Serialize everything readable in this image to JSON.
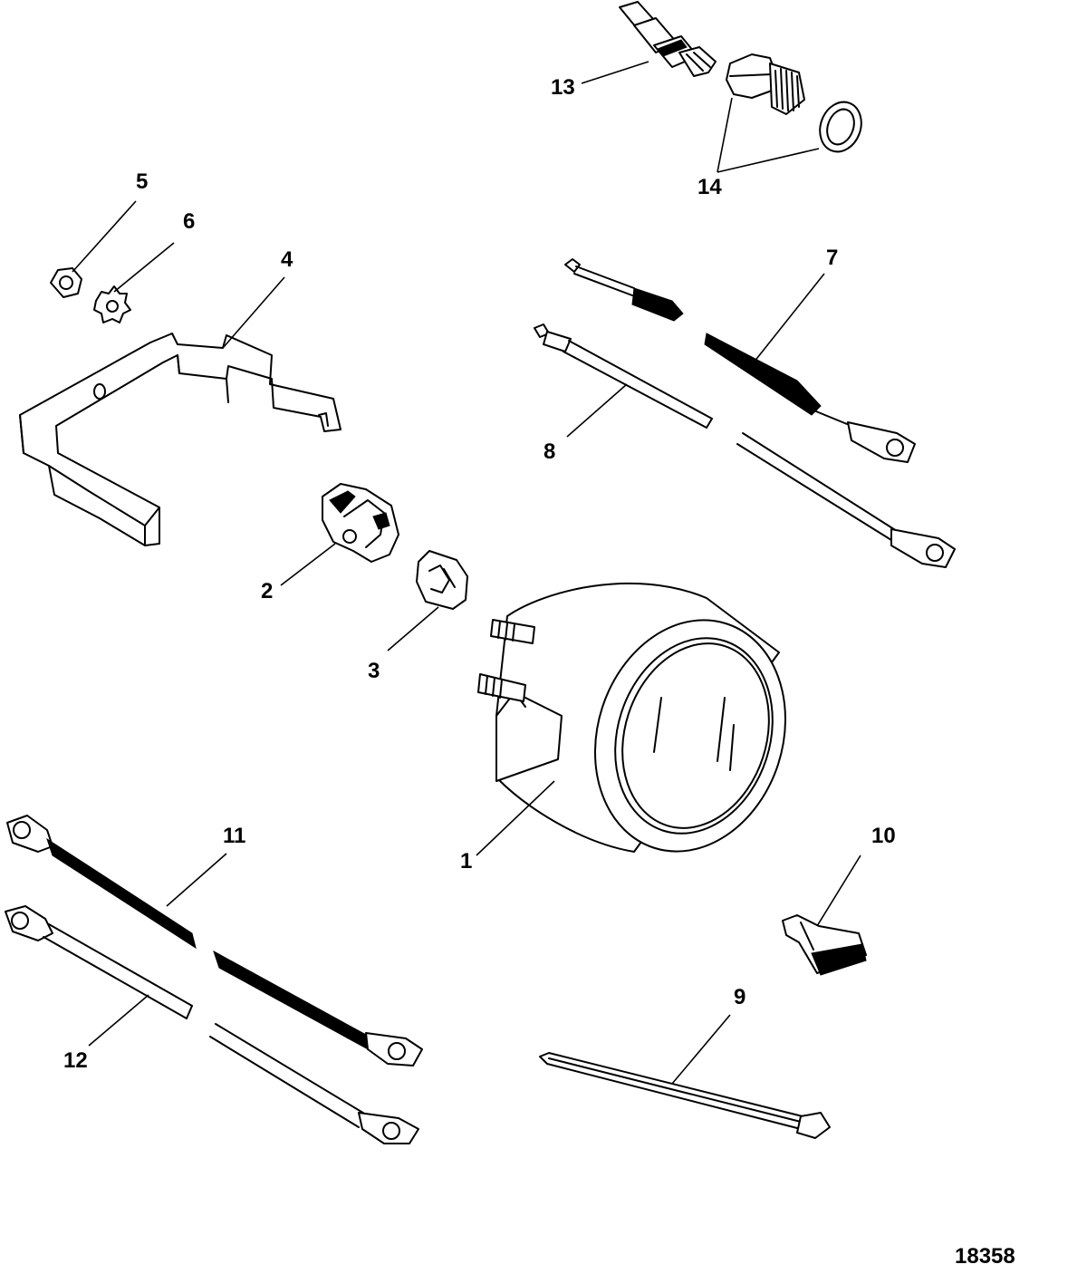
{
  "figure_number": "18358",
  "callouts": {
    "c1": "1",
    "c2": "2",
    "c3": "3",
    "c4": "4",
    "c5": "5",
    "c6": "6",
    "c7": "7",
    "c8": "8",
    "c9": "9",
    "c10": "10",
    "c11": "11",
    "c12": "12",
    "c13": "13",
    "c14": "14"
  }
}
